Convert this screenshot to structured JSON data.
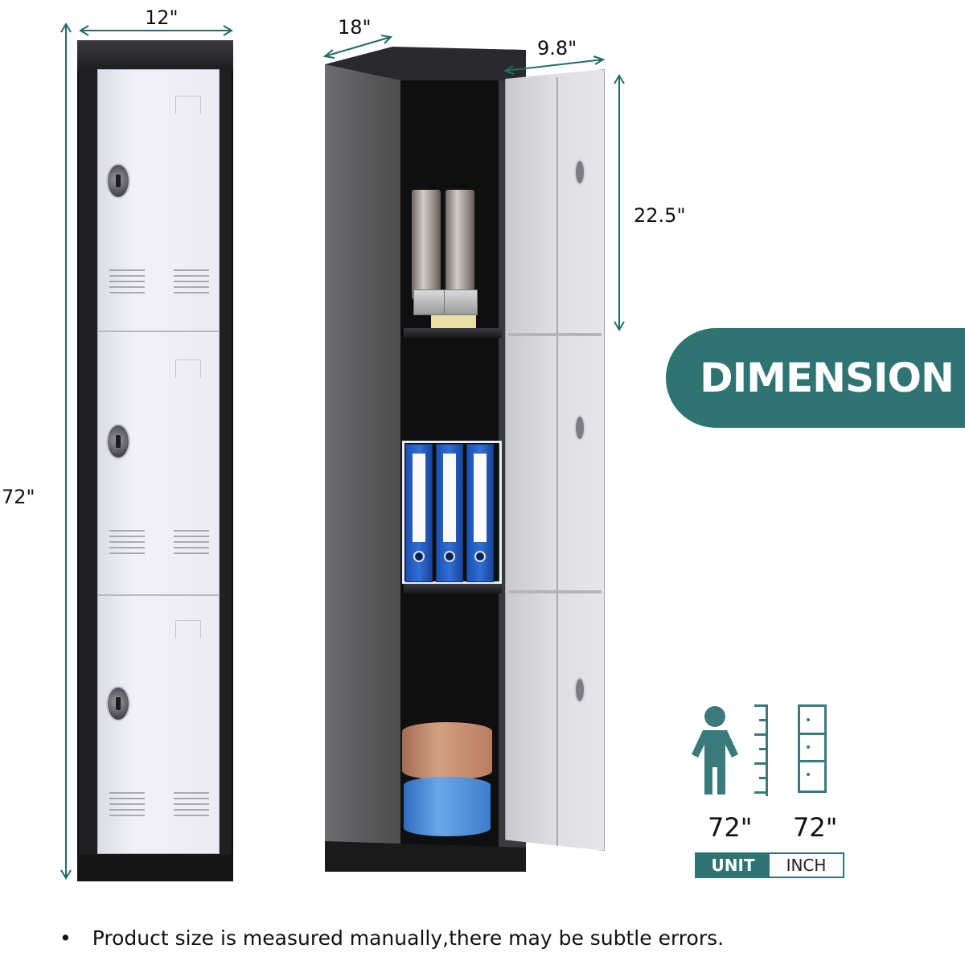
{
  "dimensions": {
    "front_width": "12\"",
    "height_total": "72\"",
    "depth": "18\"",
    "door_width": "9.8\"",
    "compartment_height": "22.5\""
  },
  "badge": {
    "label": "DIMENSION"
  },
  "unit_comparison": {
    "person_height": "72\"",
    "locker_height": "72\"",
    "toggle": {
      "active": "UNIT",
      "inactive": "INCH"
    }
  },
  "note": {
    "bullet": "•",
    "text": "Product size is measured manually,there may be subtle errors."
  },
  "colors": {
    "accent": "#2f7373",
    "locker_frame": "#202022",
    "locker_door": "#ecebf3"
  },
  "icons": [
    "person-icon",
    "ruler-icon",
    "mini-locker-icon",
    "keyhole-icon",
    "vent-icon"
  ]
}
